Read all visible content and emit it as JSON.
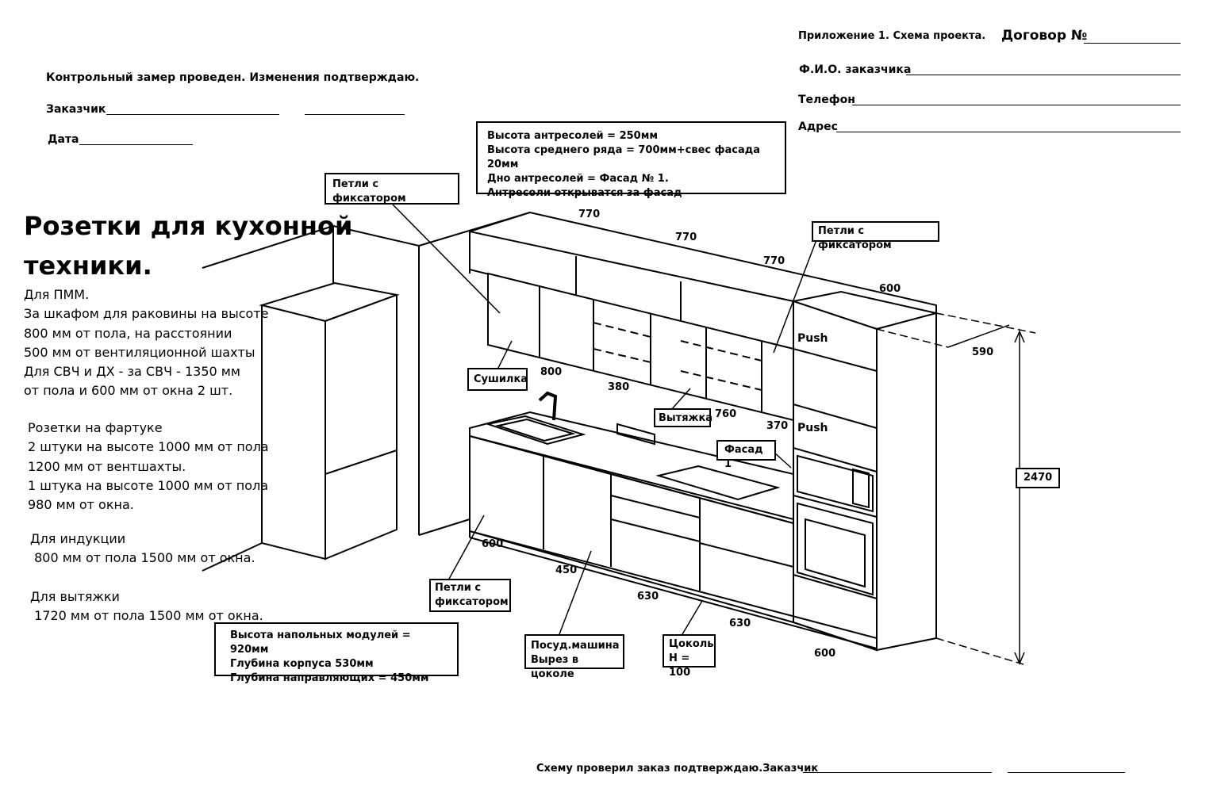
{
  "header": {
    "left_confirm": "Контрольный замер проведен. Изменения подтверждаю.",
    "customer_label": "Заказчик",
    "date_label": "Дата",
    "appendix": "Приложение 1. Схема проекта.",
    "contract_label": "Договор №",
    "fio_label": "Ф.И.О. заказчика",
    "phone_label": "Телефон",
    "address_label": "Адрес"
  },
  "sockets": {
    "title_line1": "Розетки для кухонной",
    "title_line2": "техники.",
    "lines": [
      "Для ПММ.",
      "За шкафом для раковины на высоте",
      "800 мм от пола, на расстоянии",
      "500 мм от вентиляционной шахты",
      "Для СВЧ и ДХ - за СВЧ   - 1350 мм",
      "от пола и 600   мм от окна 2 шт."
    ],
    "apron_lines": [
      "Розетки на фартуке",
      "2 штуки на высоте 1000 мм от пола",
      "1200 мм от вентшахты.",
      "1 штука на высоте 1000 мм от пола",
      "980 мм от окна."
    ],
    "induction_lines": [
      "Для индукции",
      " 800 мм от пола 1500 мм от окна."
    ],
    "hood_lines": [
      "Для вытяжки",
      " 1720 мм от пола 1500 мм от окна."
    ]
  },
  "notes": {
    "upper_lines": [
      "Высота антресолей = 250мм",
      "Высота среднего ряда = 700мм+свес фасада 20мм",
      "Дно антресолей = Фасад № 1.",
      "Антресоли открыватся за фасад"
    ],
    "lower_lines": [
      "Высота напольных модулей = 920мм",
      "Глубина корпуса 530мм",
      "Глубина направляющих = 450мм"
    ]
  },
  "callouts": {
    "hinges_left": "Петли с фиксатором",
    "hinges_right": "Петли с фиксатором",
    "dryer": "Сушилка",
    "hood": "Вытяжка",
    "facade1": "Фасад 1",
    "hinges_bottom_line1": "Петли с",
    "hinges_bottom_line2": "фиксатором",
    "dishwasher_line1": "Посуд.машина",
    "dishwasher_line2": "Вырез в цоколе",
    "plinth_line1": "Цоколь",
    "plinth_line2": "Н = 100",
    "push_top": "Push",
    "push_mid": "Push"
  },
  "dimensions": {
    "top_770_a": "770",
    "top_770_b": "770",
    "top_770_c": "770",
    "top_600": "600",
    "depth_590": "590",
    "height_2470": "2470",
    "d800": "800",
    "d380": "380",
    "d760": "760",
    "d370": "370",
    "bot_600_left": "600",
    "bot_450": "450",
    "bot_630_a": "630",
    "bot_630_b": "630",
    "bot_600_right": "600"
  },
  "footer": {
    "confirm": "Схему проверил заказ подтверждаю.Заказчик"
  }
}
